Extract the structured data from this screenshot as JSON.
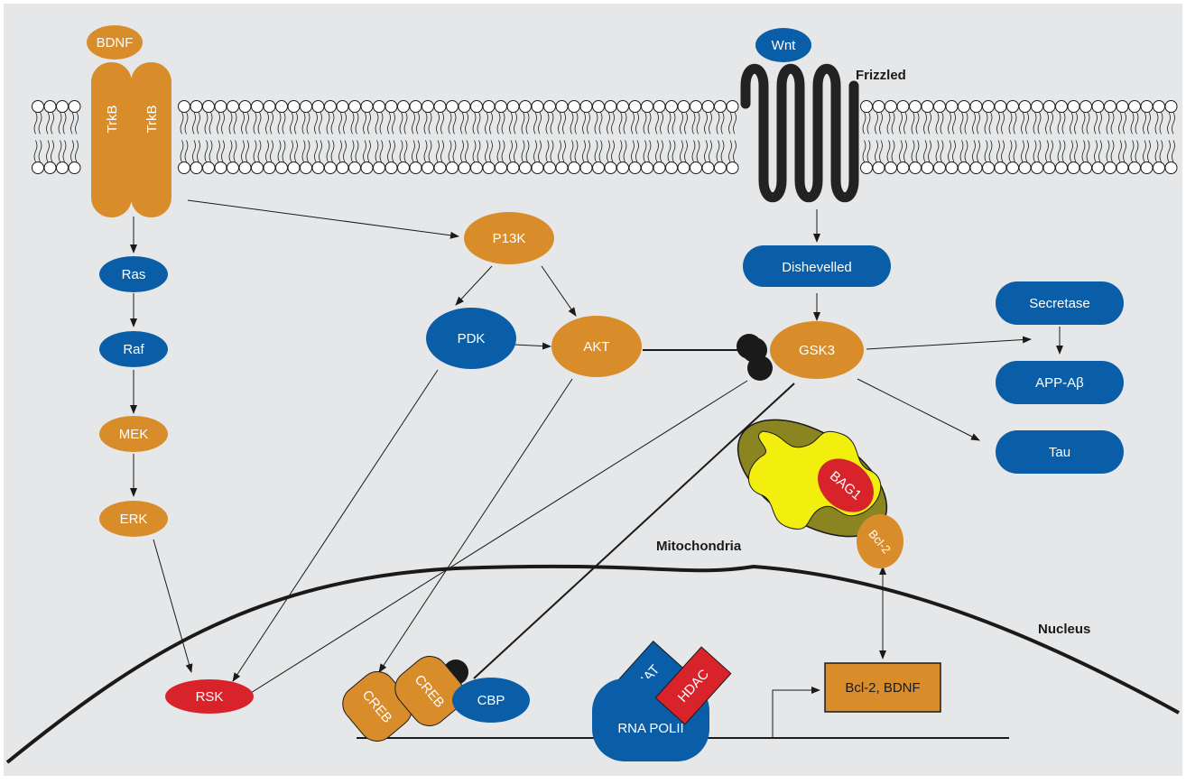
{
  "colors": {
    "background": "#e6e7e8",
    "orange": "#d98c2a",
    "blue": "#0a5ea8",
    "red": "#d8232a",
    "black": "#1a1a1a",
    "mito_outer": "#8a8520",
    "mito_inner": "#f2ee0e"
  },
  "labels": {
    "bdnf": "BDNF",
    "trkb": "TrkB",
    "ras": "Ras",
    "raf": "Raf",
    "mek": "MEK",
    "erk": "ERK",
    "rsk": "RSK",
    "pi3k": "P13K",
    "pdk": "PDK",
    "akt": "AKT",
    "wnt": "Wnt",
    "frizzled": "Frizzled",
    "dishevelled": "Dishevelled",
    "gsk3": "GSK3",
    "secretase": "Secretase",
    "app": "APP-Aβ",
    "tau": "Tau",
    "bag1": "BAG1",
    "bcl2": "Bcl-2",
    "mitochondria": "Mitochondria",
    "nucleus": "Nucleus",
    "creb": "CREB",
    "cbp": "CBP",
    "hat": "HAT",
    "hdac": "HDAC",
    "rna_pol": "RNA POLII",
    "gene": "Bcl-2, BDNF"
  }
}
